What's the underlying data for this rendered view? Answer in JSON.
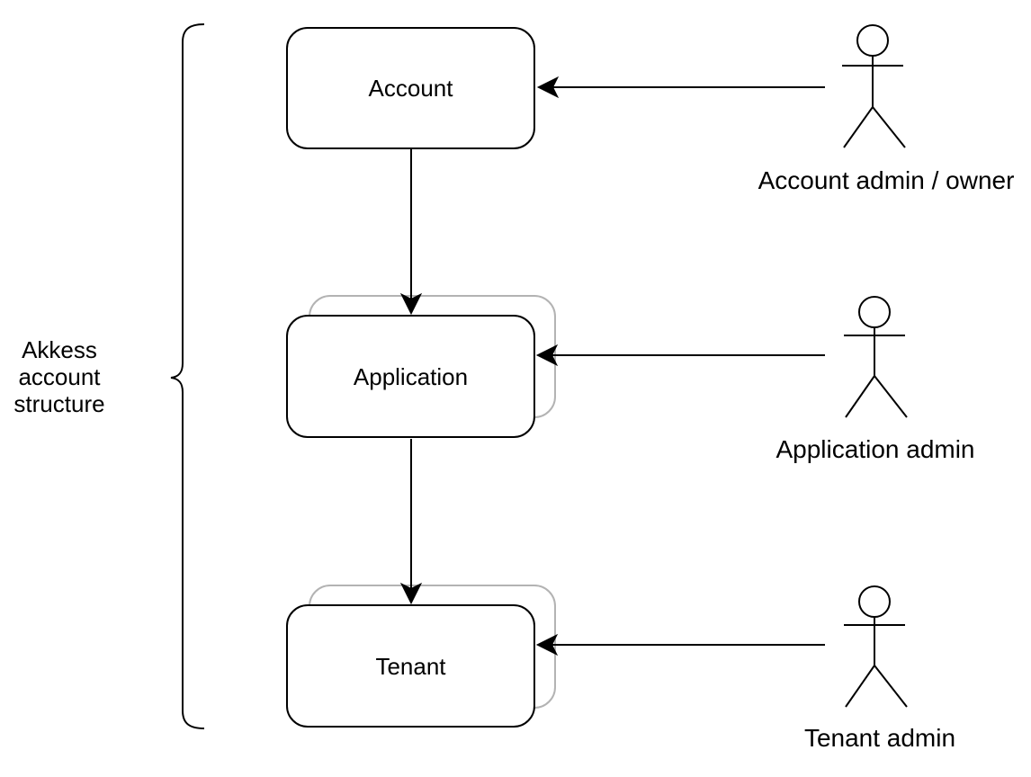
{
  "diagram": {
    "group_label": "Akkess\naccount\nstructure",
    "nodes": [
      {
        "id": "account",
        "label": "Account",
        "stacked": false
      },
      {
        "id": "application",
        "label": "Application",
        "stacked": true
      },
      {
        "id": "tenant",
        "label": "Tenant",
        "stacked": true
      }
    ],
    "actors": [
      {
        "id": "account-admin",
        "label": "Account admin / owner",
        "icon": "stick-figure-actor-icon",
        "points_to": "account"
      },
      {
        "id": "application-admin",
        "label": "Application admin",
        "icon": "stick-figure-actor-icon",
        "points_to": "application"
      },
      {
        "id": "tenant-admin",
        "label": "Tenant admin",
        "icon": "stick-figure-actor-icon",
        "points_to": "tenant"
      }
    ],
    "edges": [
      {
        "from": "account",
        "to": "application",
        "type": "arrow"
      },
      {
        "from": "application",
        "to": "tenant",
        "type": "arrow"
      },
      {
        "from": "account-admin",
        "to": "account",
        "type": "arrow"
      },
      {
        "from": "application-admin",
        "to": "application",
        "type": "arrow"
      },
      {
        "from": "tenant-admin",
        "to": "tenant",
        "type": "arrow"
      }
    ],
    "colors": {
      "line": "#000000",
      "stack_outline": "#b3b3b3",
      "fill": "#ffffff"
    }
  }
}
